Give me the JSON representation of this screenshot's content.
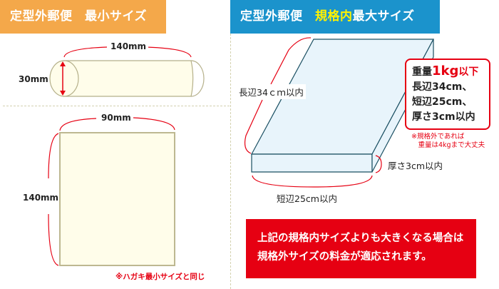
{
  "left_panel": {
    "header": "定型外郵便　最小サイズ",
    "header_color": "#f4a84a",
    "cylinder": {
      "length_label": "140mm",
      "diameter_label": "30mm"
    },
    "sheet": {
      "width_label": "90mm",
      "height_label": "140mm"
    },
    "note": "※ハガキ最小サイズと同じ"
  },
  "right_panel": {
    "header_prefix": "定型外郵便　",
    "header_highlight": "規格内",
    "header_suffix": "最大サイズ",
    "header_color": "#1b93cc",
    "box": {
      "long_side_label": "長辺34ｃｍ以内",
      "short_side_label": "短辺25cm以内",
      "thickness_label": "厚さ3cm以内"
    },
    "info": {
      "weight_prefix": "重量",
      "weight_value": "1kg",
      "weight_suffix": "以下",
      "line2": "長辺34cm、",
      "line3": "短辺25cm、",
      "line4": "厚さ3cm以内"
    },
    "small_note": "※規格外であれば\n　重量は4kgまで大丈夫",
    "banner": {
      "line1": "上記の規格内サイズよりも大きくなる場合は",
      "line2": "規格外サイズの料金が適応されます。"
    }
  }
}
